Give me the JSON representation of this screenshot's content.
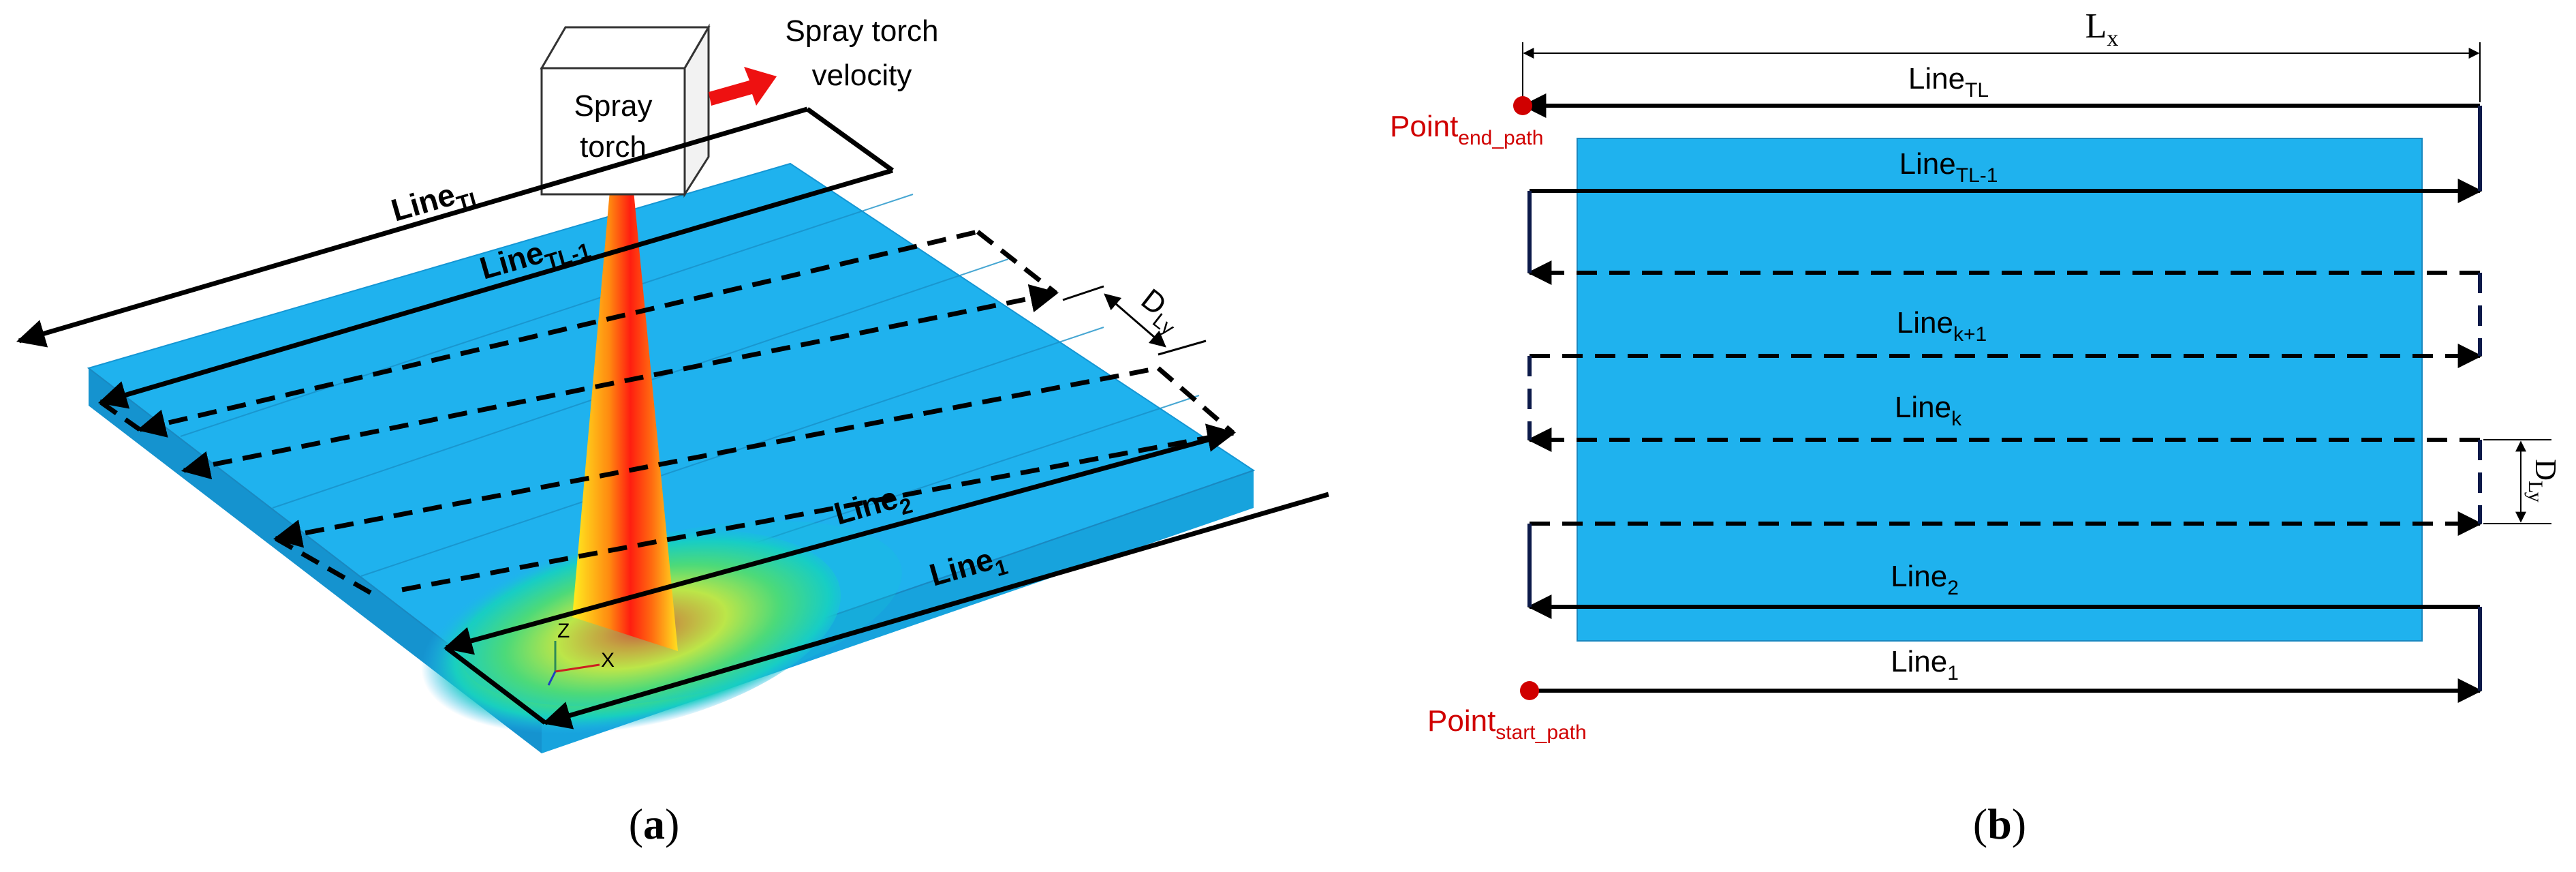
{
  "panel_a": {
    "caption_open": "(",
    "caption_letter": "a",
    "caption_close": ")",
    "torch_line1": "Spray",
    "torch_line2": "torch",
    "velocity_line1": "Spray torch",
    "velocity_line2": "velocity",
    "line_tl": {
      "base": "Line",
      "sub": "TL"
    },
    "line_tl1": {
      "base": "Line",
      "sub": "TL-1"
    },
    "line_2": {
      "base": "Line",
      "sub": "2"
    },
    "line_1": {
      "base": "Line",
      "sub": "1"
    },
    "d_ly": {
      "base": "D",
      "sub": "Ly"
    },
    "axis_z": "Z",
    "axis_x": "X"
  },
  "panel_b": {
    "caption_open": "(",
    "caption_letter": "b",
    "caption_close": ")",
    "l_x": {
      "base": "L",
      "sub": "x"
    },
    "line_tl": {
      "base": "Line",
      "sub": "TL"
    },
    "line_tl1": {
      "base": "Line",
      "sub": "TL-1"
    },
    "line_k1": {
      "base": "Line",
      "sub": "k+1"
    },
    "line_k": {
      "base": "Line",
      "sub": "k"
    },
    "line_2": {
      "base": "Line",
      "sub": "2"
    },
    "line_1": {
      "base": "Line",
      "sub": "1"
    },
    "d_ly": {
      "base": "D",
      "sub": "Ly"
    },
    "point_end": {
      "base": "Point",
      "sub": "end_path"
    },
    "point_start": {
      "base": "Point",
      "sub": "start_path"
    }
  },
  "colors": {
    "plate_top": "#1fb2ee",
    "plate_side": "#17a3dd",
    "plate_b": "#19b0ec",
    "red_label": "#d00000",
    "arrow_red": "#ee1111",
    "plume": "#ff2a10",
    "path_dark": "#0c1a4a"
  }
}
